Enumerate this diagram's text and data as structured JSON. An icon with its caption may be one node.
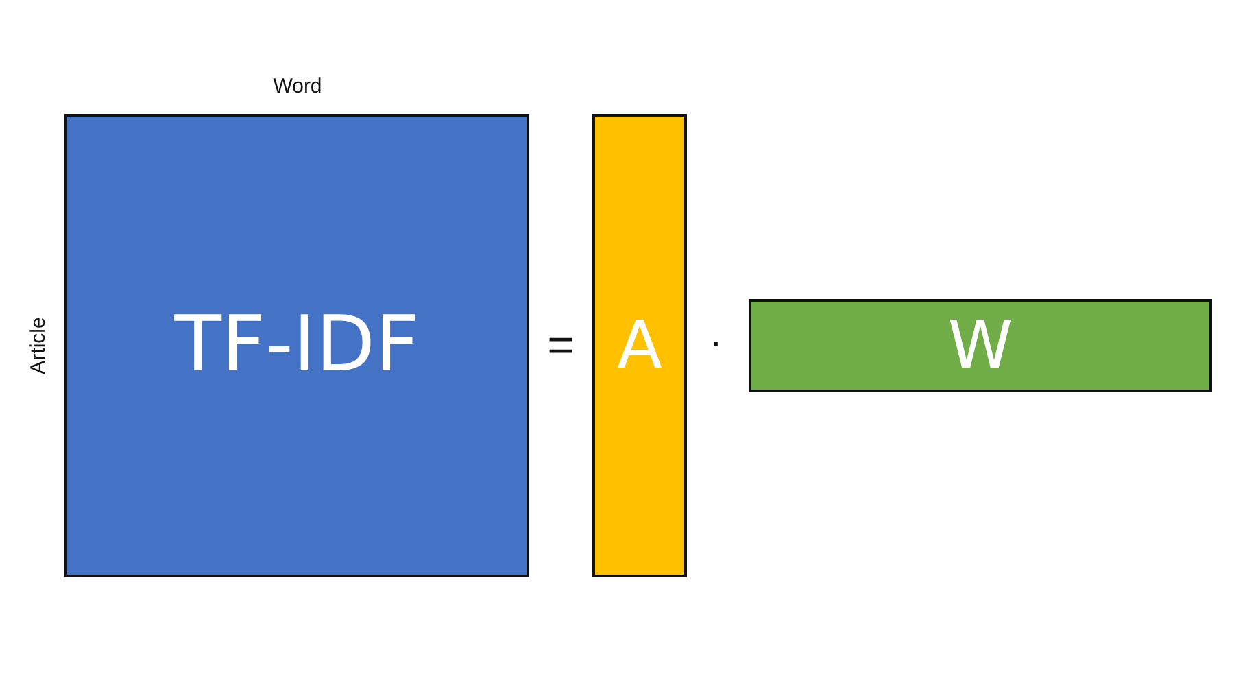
{
  "diagram": {
    "nodes": [
      {
        "text": [
          "TF-IDF"
        ],
        "beside": [
          "Word",
          "Article"
        ]
      },
      {
        "text": [
          "A"
        ]
      },
      {
        "text": [
          "W"
        ]
      }
    ],
    "labels": [
      "=",
      "·"
    ]
  }
}
